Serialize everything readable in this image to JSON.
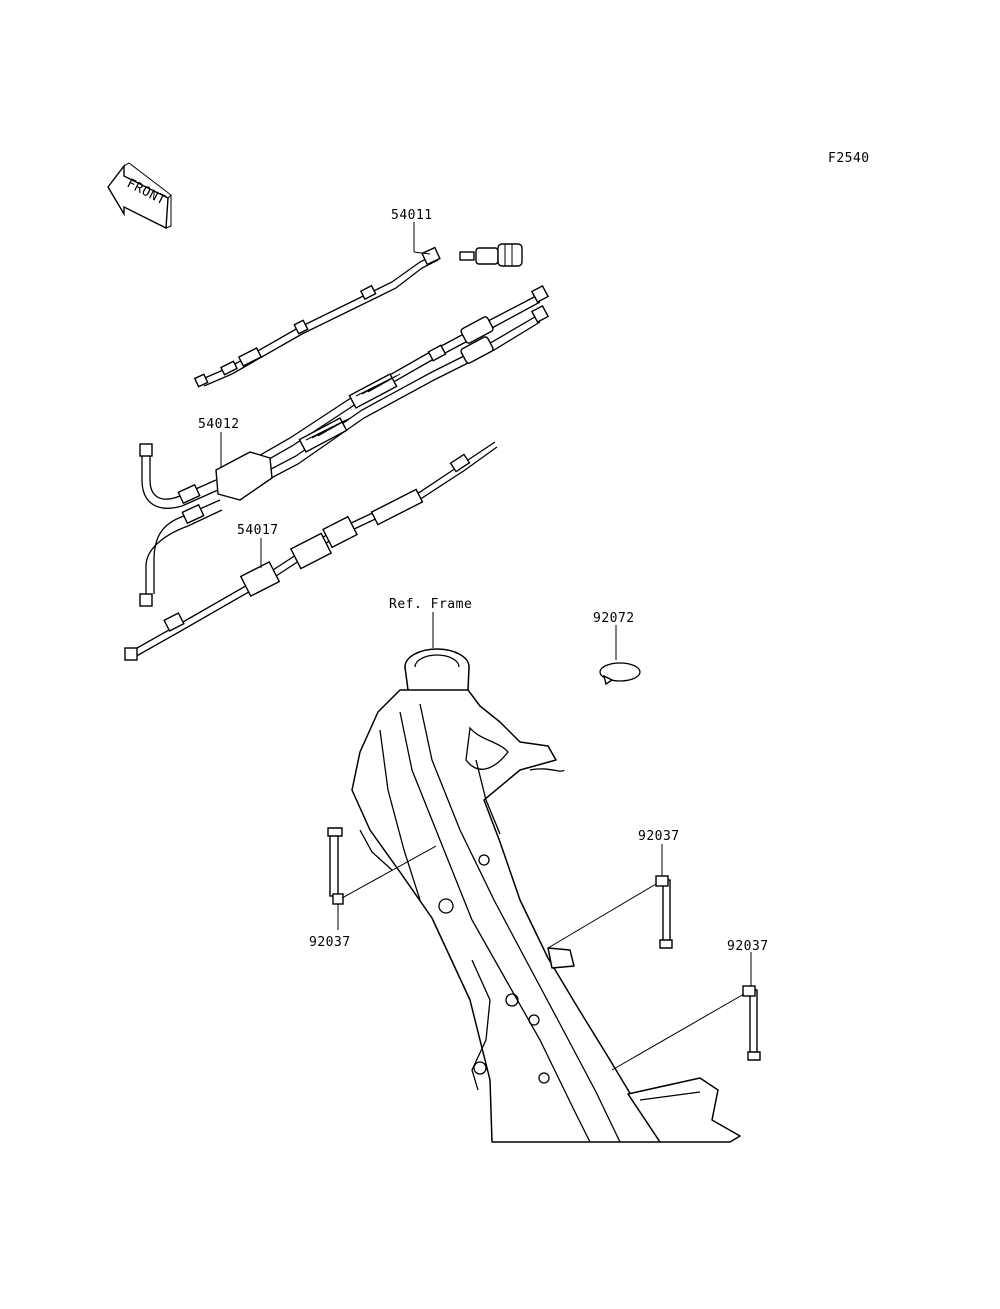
{
  "figure_code": "F2540",
  "front_marker": "FRONT",
  "frame_label": "Ref. Frame",
  "callouts": {
    "throttle_cable_a": "54011",
    "throttle_cable_b": "54012",
    "choke_cable": "54017",
    "clamp_ring": "92072",
    "band_left": "92037",
    "band_mid_right": "92037",
    "band_far_right": "92037"
  }
}
